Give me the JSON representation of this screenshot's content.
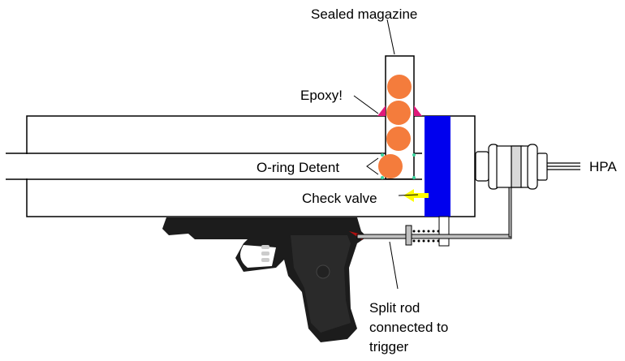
{
  "labels": {
    "sealed_magazine": "Sealed magazine",
    "epoxy": "Epoxy!",
    "oring_detent": "O-ring Detent",
    "check_valve": "Check valve",
    "hpa": "HPA",
    "split_rod_line1": "Split rod",
    "split_rod_line2": "connected to",
    "split_rod_line3": "trigger"
  },
  "colors": {
    "ball": "#f47c3c",
    "valve": "#0000ee",
    "arrow": "#ffff00",
    "epoxy": "#e0197a",
    "oring": "#3ad6a0",
    "tube": "#c0c0c0",
    "gun": "#1a1a1a"
  },
  "magazine": {
    "ball_count": 4
  }
}
